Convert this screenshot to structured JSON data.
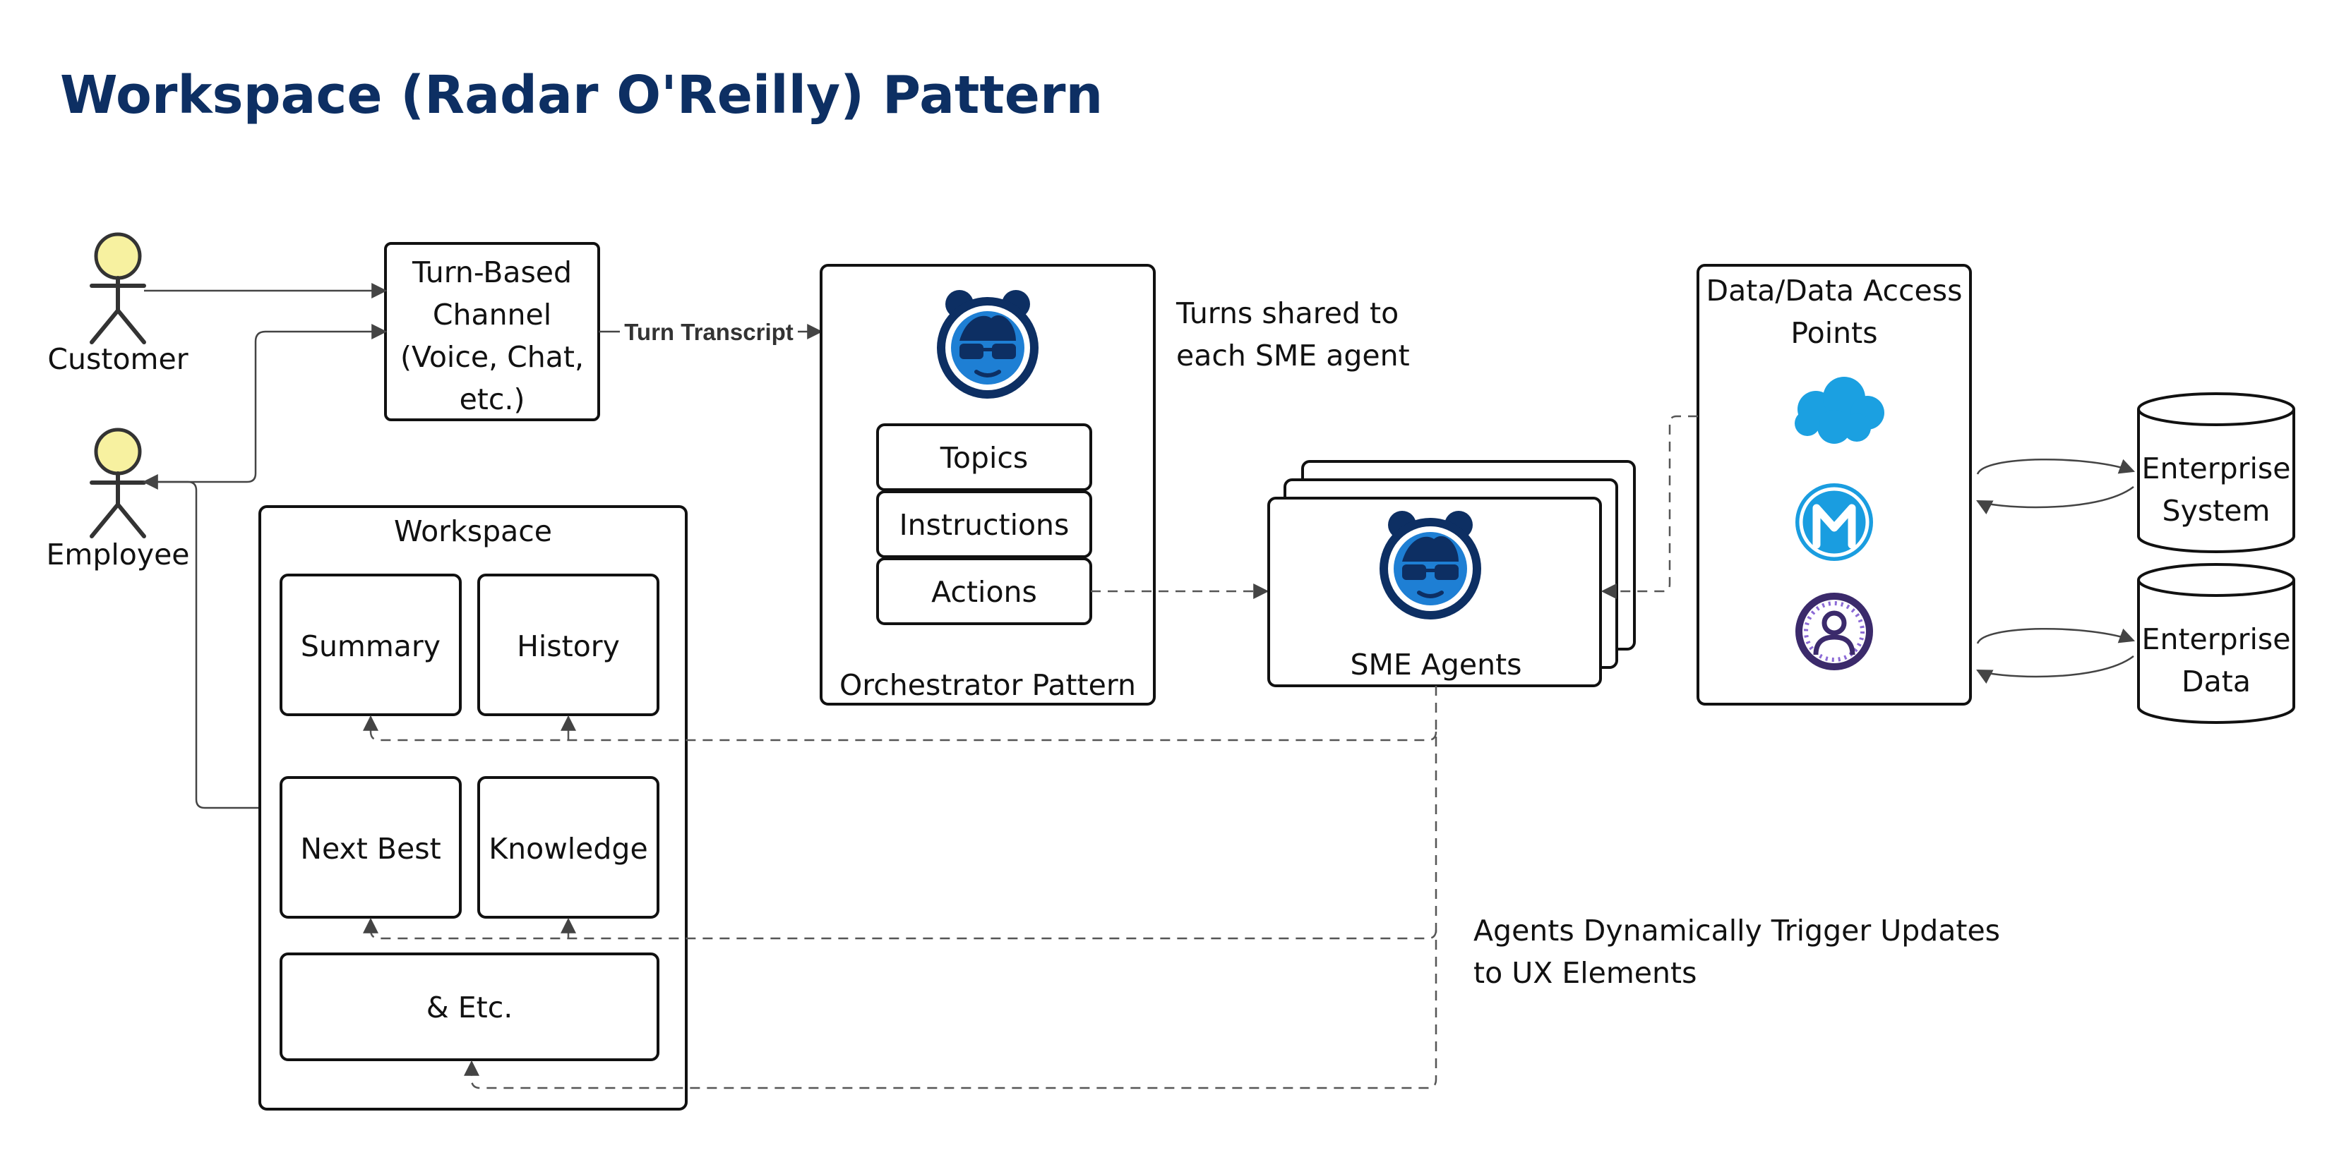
{
  "title": "Workspace (Radar O'Reilly) Pattern",
  "actors": {
    "customer": "Customer",
    "employee": "Employee"
  },
  "channel": {
    "lines": [
      "Turn-Based",
      "Channel",
      "(Voice, Chat,",
      "etc.)"
    ]
  },
  "edge_label_turn_transcript": "Turn Transcript",
  "orchestrator": {
    "label": "Orchestrator Pattern",
    "items": [
      "Topics",
      "Instructions",
      "Actions"
    ]
  },
  "turns_note": [
    "Turns shared to",
    "each SME agent"
  ],
  "sme_agents": {
    "label": "SME Agents"
  },
  "data_access": {
    "lines": [
      "Data/Data Access",
      "Points"
    ]
  },
  "enterprise_system": {
    "lines": [
      "Enterprise",
      "System"
    ]
  },
  "enterprise_data": {
    "lines": [
      "Enterprise",
      "Data"
    ]
  },
  "workspace": {
    "label": "Workspace",
    "panels": {
      "summary": "Summary",
      "history": "History",
      "next_best": "Next Best",
      "knowledge": "Knowledge",
      "etc": "& Etc."
    }
  },
  "agents_note": [
    "Agents Dynamically Trigger Updates",
    "to UX Elements"
  ],
  "icons": {
    "agent": "agent-mascot-icon",
    "cloud": "salesforce-cloud-icon",
    "mulesoft": "mulesoft-icon",
    "data_cloud": "data-cloud-person-icon"
  },
  "colors": {
    "title": "#0d2f63",
    "actor_fill": "#f7f1a0",
    "cloud": "#1ba0e1",
    "mulesoft": "#1a9de0",
    "data_cloud": "#3b2a6b",
    "mascot_dark": "#0d2f63",
    "mascot_light": "#1e7fd4"
  }
}
